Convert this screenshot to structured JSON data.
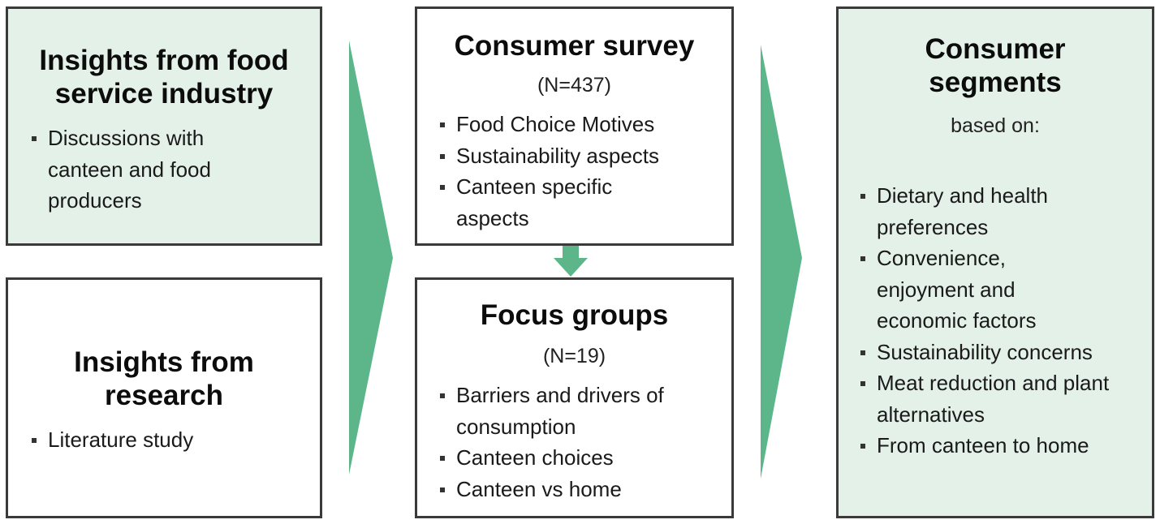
{
  "industry_box": {
    "title": "Insights from food service industry",
    "bullets": [
      "Discussions with canteen and food producers"
    ]
  },
  "research_box": {
    "title": "Insights from research",
    "bullets": [
      "Literature study"
    ]
  },
  "survey_box": {
    "title": "Consumer survey",
    "sample": "(N=437)",
    "bullets": [
      "Food Choice Motives",
      "Sustainability aspects",
      "Canteen specific aspects"
    ]
  },
  "focus_box": {
    "title": "Focus groups",
    "sample": "(N=19)",
    "bullets": [
      "Barriers and drivers of consumption",
      "Canteen choices",
      "Canteen vs home"
    ]
  },
  "segments_box": {
    "title": "Consumer segments",
    "subtitle": "based on:",
    "bullets": [
      "Dietary and health preferences",
      "Convenience, enjoyment and economic factors",
      "Sustainability concerns",
      "Meat reduction and plant alternatives",
      "From canteen to home"
    ]
  },
  "colors": {
    "arrow": "#5db58a",
    "shaded_fill": "#e4f1e9",
    "border": "#3a3a3a"
  }
}
